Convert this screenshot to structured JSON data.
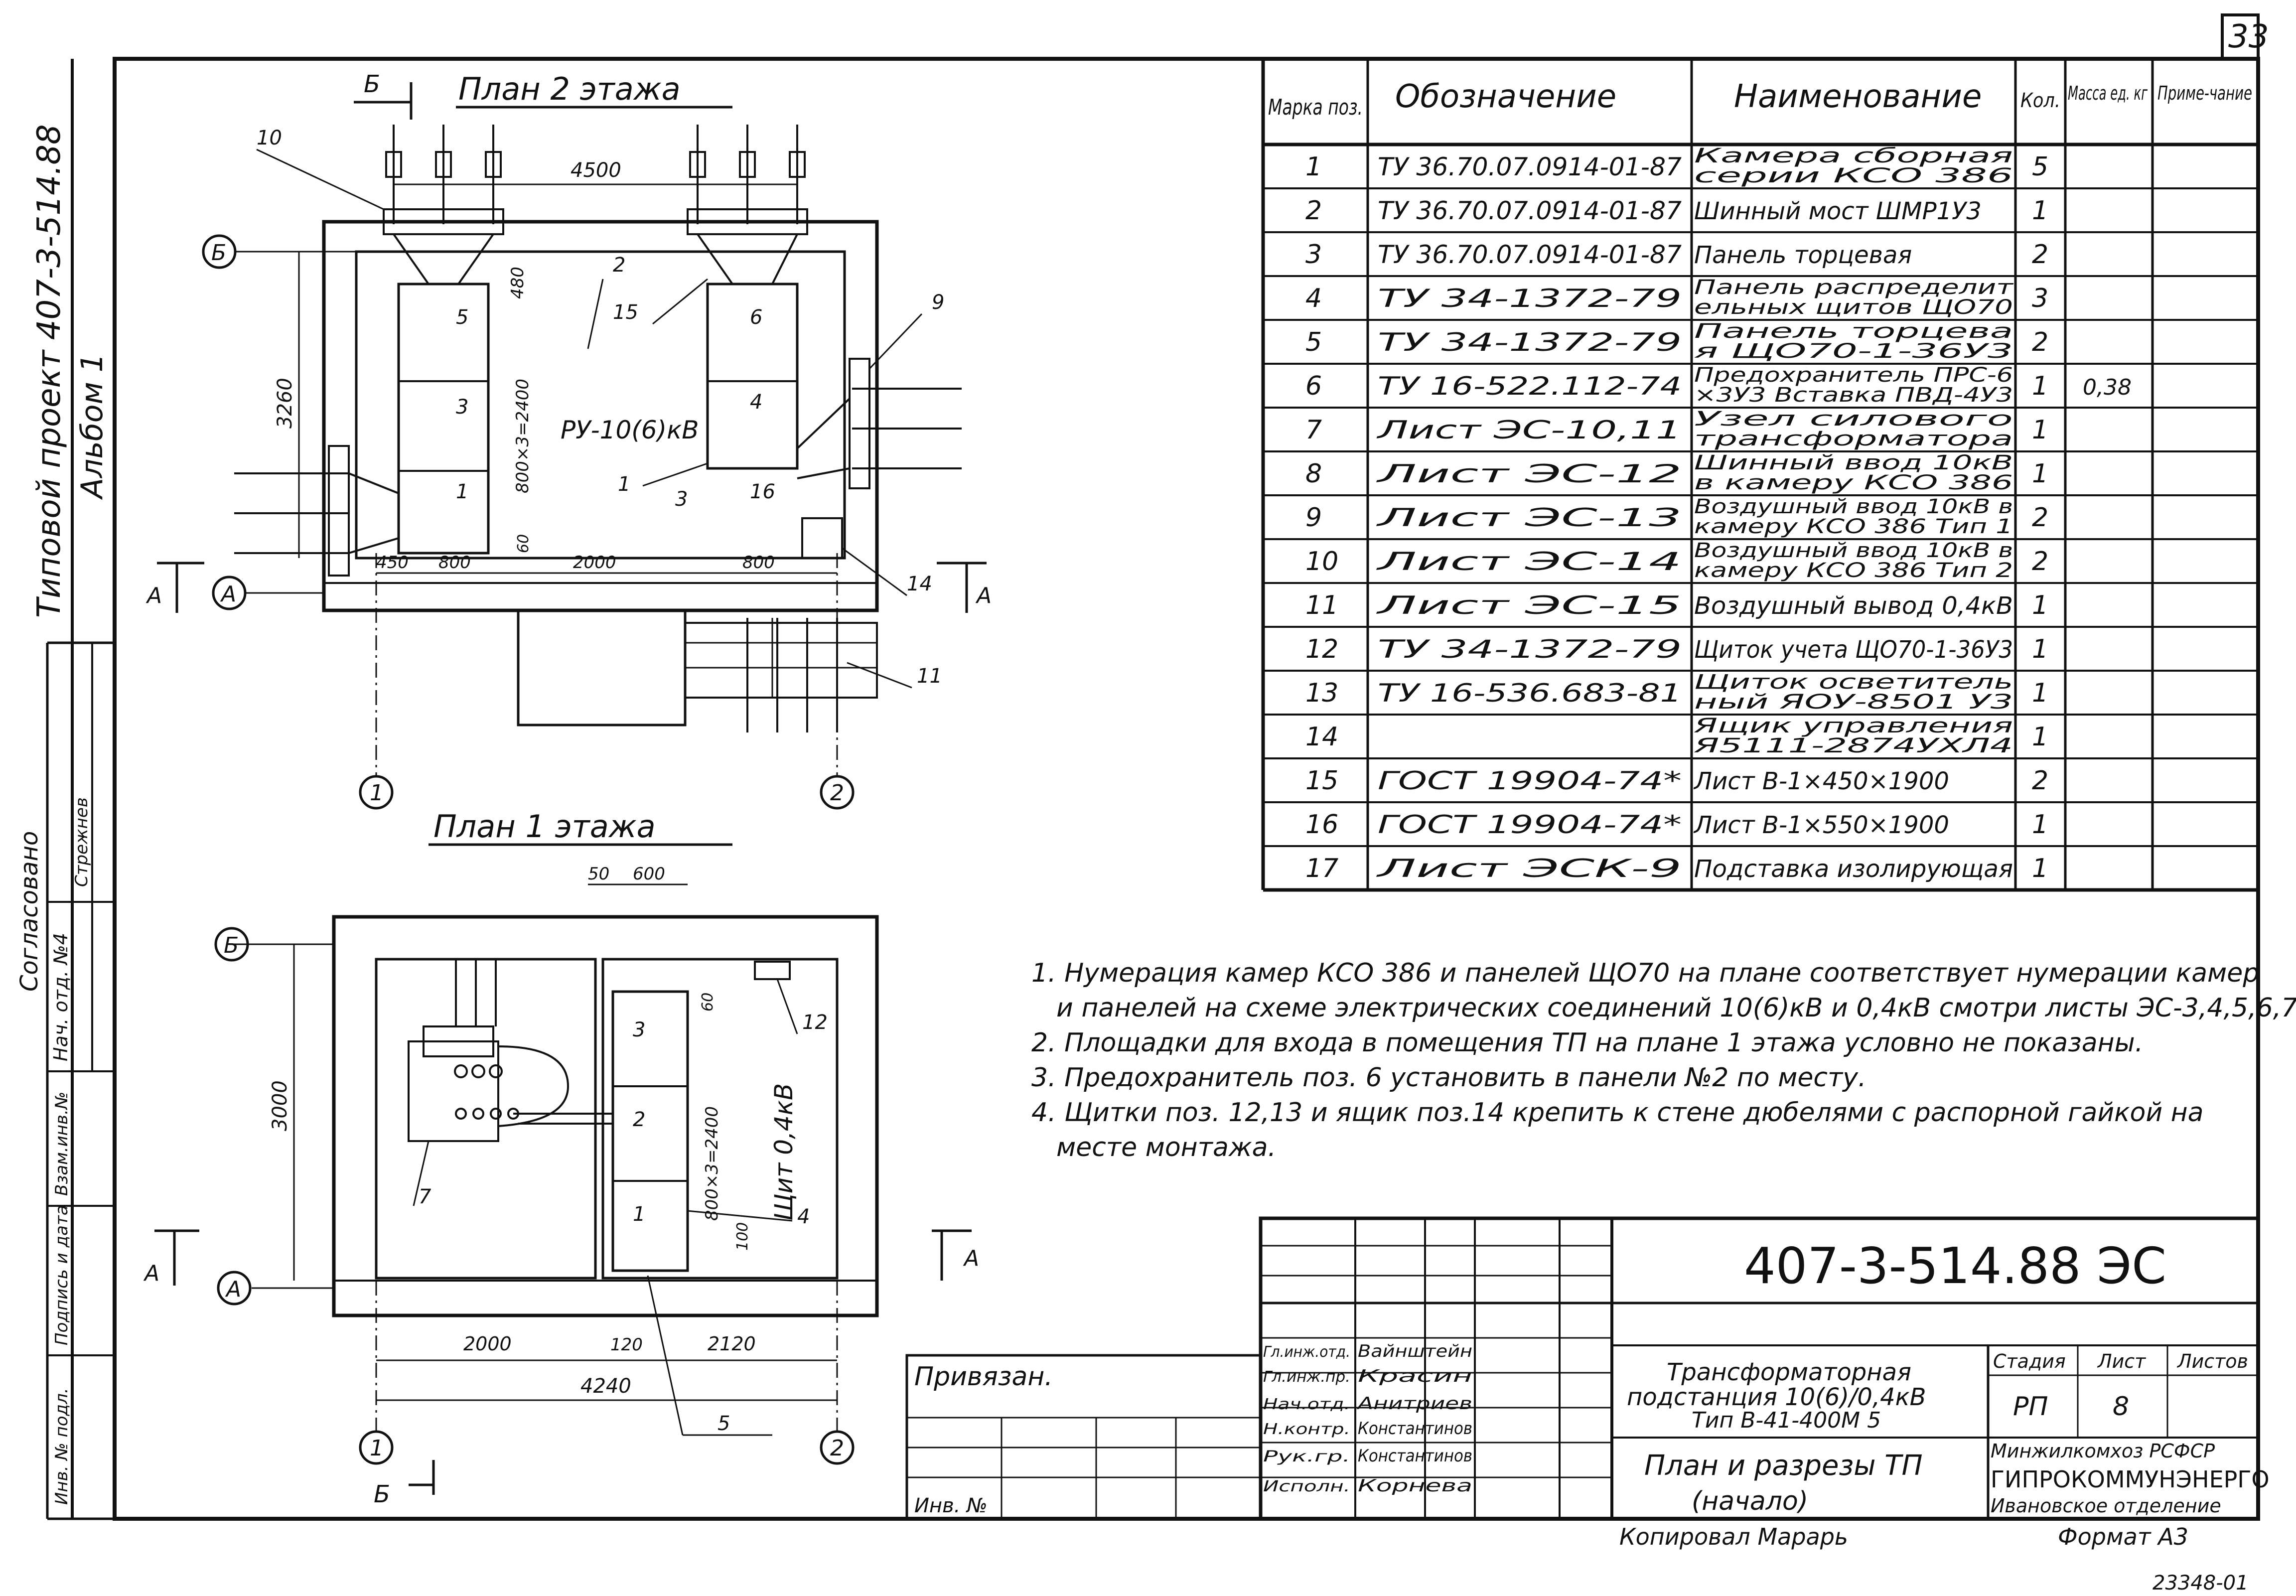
{
  "page_number": "33",
  "side_title": {
    "line1": "Типовой проект 407-3-514.88",
    "line2": "Альбом 1"
  },
  "side_stamp": {
    "soglasovano": "Согласовано",
    "nach_otd": "Нач. отд. №4",
    "name": "Стрежнев",
    "vzam_inv": "Взам.инв.№",
    "podpis_data": "Подпись и дата",
    "inv_podl": "Инв. № подл."
  },
  "plan2": {
    "title": "План 2 этажа",
    "section_B": "Б",
    "section_A": "А",
    "axis_B": "Б",
    "axis_A": "А",
    "axis_1": "1",
    "axis_2": "2",
    "dims": {
      "top": "4500",
      "left": "3260",
      "d480": "480",
      "d450": "450",
      "d800a": "800",
      "d2000": "2000",
      "d800b": "800",
      "vertical": "800×3=2400",
      "d60": "60"
    },
    "room_label": "РУ-10(6)кВ",
    "cell_numbers": [
      "5",
      "3",
      "1",
      "6",
      "4"
    ],
    "callouts": [
      "10",
      "2",
      "15",
      "9",
      "1",
      "3",
      "16",
      "14",
      "11"
    ]
  },
  "plan1": {
    "title": "План 1 этажа",
    "axis_B": "Б",
    "axis_A": "А",
    "axis_1": "1",
    "axis_2": "2",
    "section_A": "А",
    "section_B": "Б",
    "dims": {
      "d50": "50",
      "d600": "600",
      "left": "3000",
      "d60": "60",
      "vertical": "800×3=2400",
      "d100": "100",
      "d2000": "2000",
      "d120": "120",
      "d2120": "2120",
      "total": "4240"
    },
    "shield_label": "Щит 0,4кВ",
    "cell_numbers": [
      "3",
      "2",
      "1"
    ],
    "callouts": [
      "12",
      "7",
      "4",
      "5"
    ]
  },
  "table": {
    "headers": [
      "Марка поз.",
      "Обозначение",
      "Наименование",
      "Кол.",
      "Масса ед. кг",
      "Приме-чание"
    ],
    "rows": [
      [
        "1",
        "ТУ 36.70.07.0914-01-87",
        "Камера сборная серии КСО 386",
        "5",
        "",
        ""
      ],
      [
        "2",
        "ТУ 36.70.07.0914-01-87",
        "Шинный мост ШМР1У3",
        "1",
        "",
        ""
      ],
      [
        "3",
        "ТУ 36.70.07.0914-01-87",
        "Панель торцевая",
        "2",
        "",
        ""
      ],
      [
        "4",
        "ТУ 34-1372-79",
        "Панель распределительных щитов ЩО70",
        "3",
        "",
        ""
      ],
      [
        "5",
        "ТУ 34-1372-79",
        "Панель торцевая ЩО70-1-36У3",
        "2",
        "",
        ""
      ],
      [
        "6",
        "ТУ 16-522.112-74",
        "Предохранитель ПРС-6×3У3 Вставка ПВД-4У3",
        "1",
        "0,38",
        ""
      ],
      [
        "7",
        "Лист ЭС-10,11",
        "Узел силового трансформатора",
        "1",
        "",
        ""
      ],
      [
        "8",
        "Лист ЭС-12",
        "Шинный ввод 10кВ в камеру КСО 386",
        "1",
        "",
        ""
      ],
      [
        "9",
        "Лист ЭС-13",
        "Воздушный ввод 10кВ в камеру КСО 386 Тип 1",
        "2",
        "",
        ""
      ],
      [
        "10",
        "Лист ЭС-14",
        "Воздушный ввод 10кВ в камеру КСО 386 Тип 2",
        "2",
        "",
        ""
      ],
      [
        "11",
        "Лист ЭС-15",
        "Воздушный вывод 0,4кВ",
        "1",
        "",
        ""
      ],
      [
        "12",
        "ТУ 34-1372-79",
        "Щиток учета ЩО70-1-36У3",
        "1",
        "",
        ""
      ],
      [
        "13",
        "ТУ 16-536.683-81",
        "Щиток осветительный ЯОУ-8501 У3",
        "1",
        "",
        ""
      ],
      [
        "14",
        "",
        "Ящик управления Я5111-2874УХЛ4",
        "1",
        "",
        ""
      ],
      [
        "15",
        "ГОСТ 19904-74*",
        "Лист В-1×450×1900",
        "2",
        "",
        ""
      ],
      [
        "16",
        "ГОСТ 19904-74*",
        "Лист В-1×550×1900",
        "1",
        "",
        ""
      ],
      [
        "17",
        "Лист ЭСК-9",
        "Подставка изолирующая",
        "1",
        "",
        ""
      ]
    ]
  },
  "notes": [
    "1. Нумерация камер КСО 386 и панелей ЩО70 на плане соответствует нумерации камер",
    "и панелей на схеме электрических соединений 10(6)кВ и 0,4кВ смотри листы ЭС-3,4,5,6,7",
    "2. Площадки для входа в помещения ТП на плане 1 этажа условно не показаны.",
    "3. Предохранитель поз. 6 установить в панели №2 по месту.",
    "4. Щитки поз. 12,13 и ящик поз.14 крепить к стене дюбелями с распорной гайкой на",
    "месте монтажа."
  ],
  "title_block": {
    "doc_code": "407-3-514.88 ЭС",
    "privyazan": "Привязан.",
    "inv_no": "Инв. №",
    "roles": [
      "Гл.инж.отд.",
      "Гл.инж.пр.",
      "Нач.отд.",
      "Н.контр.",
      "Рук.гр.",
      "Исполн."
    ],
    "names": [
      "Вайнштейн",
      "Красин",
      "Анитриев",
      "Константинов",
      "Константинов",
      "Корнева"
    ],
    "object_title": [
      "Трансформаторная",
      "подстанция 10(6)/0,4кВ",
      "Тип В-41-400М 5"
    ],
    "sheet_title": [
      "План и разрезы ТП",
      "(начало)"
    ],
    "stage_header": "Стадия",
    "sheet_header": "Лист",
    "sheets_header": "Листов",
    "stage": "РП",
    "sheet": "8",
    "sheets": "",
    "org": [
      "Минжилкомхоз РСФСР",
      "ГИПРОКОММУНЭНЕРГО",
      "Ивановское отделение"
    ],
    "copied": "Копировал Марарь",
    "format": "Формат А3",
    "archive_no": "23348-01"
  }
}
